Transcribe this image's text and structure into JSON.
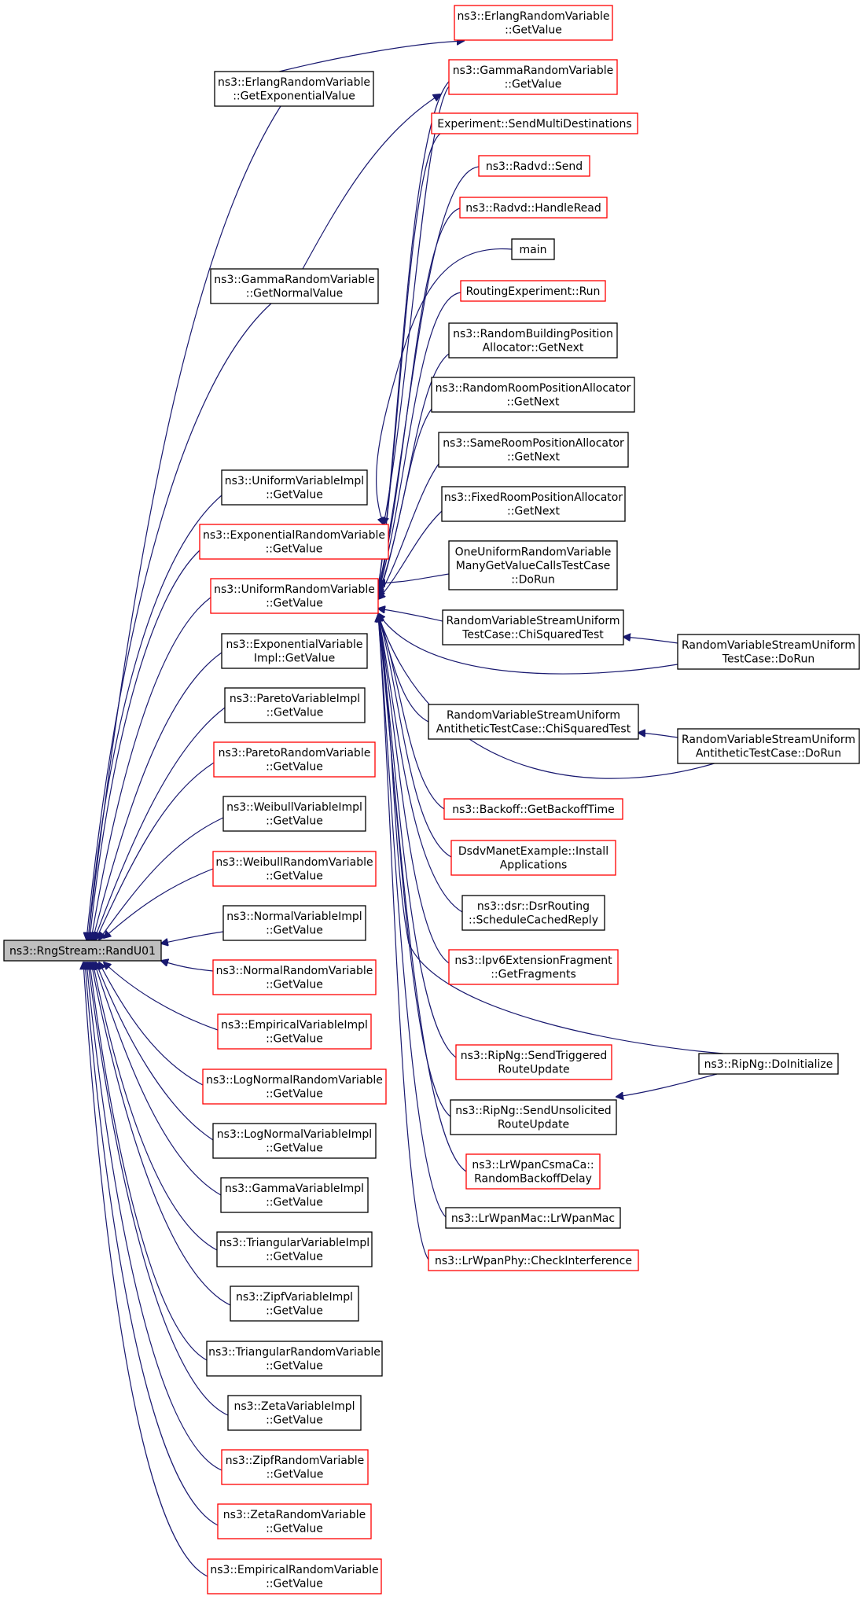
{
  "graph": {
    "edge_color": "#191970",
    "node_border_default": "#000000",
    "node_border_highlight": "#ff0000",
    "root_fill": "#bfbfbf",
    "nodes": [
      {
        "id": "randu01",
        "lines": [
          "ns3::RngStream::RandU01"
        ],
        "style": "root"
      },
      {
        "id": "erlang_getexp",
        "lines": [
          "ns3::ErlangRandomVariable",
          "::GetExponentialValue"
        ],
        "style": "black"
      },
      {
        "id": "gamma_getnormal",
        "lines": [
          "ns3::GammaRandomVariable",
          "::GetNormalValue"
        ],
        "style": "black"
      },
      {
        "id": "uniformimpl",
        "lines": [
          "ns3::UniformVariableImpl",
          "::GetValue"
        ],
        "style": "black"
      },
      {
        "id": "exprv",
        "lines": [
          "ns3::ExponentialRandomVariable",
          "::GetValue"
        ],
        "style": "red"
      },
      {
        "id": "unirv",
        "lines": [
          "ns3::UniformRandomVariable",
          "::GetValue"
        ],
        "style": "red"
      },
      {
        "id": "expimpl",
        "lines": [
          "ns3::ExponentialVariable",
          "Impl::GetValue"
        ],
        "style": "black"
      },
      {
        "id": "paretoimpl",
        "lines": [
          "ns3::ParetoVariableImpl",
          "::GetValue"
        ],
        "style": "black"
      },
      {
        "id": "paretorv",
        "lines": [
          "ns3::ParetoRandomVariable",
          "::GetValue"
        ],
        "style": "red"
      },
      {
        "id": "weibullimpl",
        "lines": [
          "ns3::WeibullVariableImpl",
          "::GetValue"
        ],
        "style": "black"
      },
      {
        "id": "weibullrv",
        "lines": [
          "ns3::WeibullRandomVariable",
          "::GetValue"
        ],
        "style": "red"
      },
      {
        "id": "normalimpl",
        "lines": [
          "ns3::NormalVariableImpl",
          "::GetValue"
        ],
        "style": "black"
      },
      {
        "id": "normalrv",
        "lines": [
          "ns3::NormalRandomVariable",
          "::GetValue"
        ],
        "style": "red"
      },
      {
        "id": "empimpl",
        "lines": [
          "ns3::EmpiricalVariableImpl",
          "::GetValue"
        ],
        "style": "red"
      },
      {
        "id": "lognormalrv",
        "lines": [
          "ns3::LogNormalRandomVariable",
          "::GetValue"
        ],
        "style": "red"
      },
      {
        "id": "lognormalimpl",
        "lines": [
          "ns3::LogNormalVariableImpl",
          "::GetValue"
        ],
        "style": "black"
      },
      {
        "id": "gammaimpl",
        "lines": [
          "ns3::GammaVariableImpl",
          "::GetValue"
        ],
        "style": "black"
      },
      {
        "id": "triimpl",
        "lines": [
          "ns3::TriangularVariableImpl",
          "::GetValue"
        ],
        "style": "black"
      },
      {
        "id": "zipfimpl",
        "lines": [
          "ns3::ZipfVariableImpl",
          "::GetValue"
        ],
        "style": "black"
      },
      {
        "id": "trirv",
        "lines": [
          "ns3::TriangularRandomVariable",
          "::GetValue"
        ],
        "style": "black"
      },
      {
        "id": "zetaimpl",
        "lines": [
          "ns3::ZetaVariableImpl",
          "::GetValue"
        ],
        "style": "black"
      },
      {
        "id": "zipfrv",
        "lines": [
          "ns3::ZipfRandomVariable",
          "::GetValue"
        ],
        "style": "red"
      },
      {
        "id": "zetarv",
        "lines": [
          "ns3::ZetaRandomVariable",
          "::GetValue"
        ],
        "style": "red"
      },
      {
        "id": "emprv",
        "lines": [
          "ns3::EmpiricalRandomVariable",
          "::GetValue"
        ],
        "style": "red"
      },
      {
        "id": "erlang_getvalue",
        "lines": [
          "ns3::ErlangRandomVariable",
          "::GetValue"
        ],
        "style": "red"
      },
      {
        "id": "gamma_getvalue",
        "lines": [
          "ns3::GammaRandomVariable",
          "::GetValue"
        ],
        "style": "red"
      },
      {
        "id": "exp_sendmulti",
        "lines": [
          "Experiment::SendMultiDestinations"
        ],
        "style": "red"
      },
      {
        "id": "radvd_send",
        "lines": [
          "ns3::Radvd::Send"
        ],
        "style": "red"
      },
      {
        "id": "radvd_handleread",
        "lines": [
          "ns3::Radvd::HandleRead"
        ],
        "style": "red"
      },
      {
        "id": "main",
        "lines": [
          "main"
        ],
        "style": "black"
      },
      {
        "id": "routing_run",
        "lines": [
          "RoutingExperiment::Run"
        ],
        "style": "red"
      },
      {
        "id": "randbuilding",
        "lines": [
          "ns3::RandomBuildingPosition",
          "Allocator::GetNext"
        ],
        "style": "black"
      },
      {
        "id": "randroom",
        "lines": [
          "ns3::RandomRoomPositionAllocator",
          "::GetNext"
        ],
        "style": "black"
      },
      {
        "id": "sameroom",
        "lines": [
          "ns3::SameRoomPositionAllocator",
          "::GetNext"
        ],
        "style": "black"
      },
      {
        "id": "fixedroom",
        "lines": [
          "ns3::FixedRoomPositionAllocator",
          "::GetNext"
        ],
        "style": "black"
      },
      {
        "id": "oneuniform",
        "lines": [
          "OneUniformRandomVariable",
          "ManyGetValueCallsTestCase",
          "::DoRun"
        ],
        "style": "black"
      },
      {
        "id": "rvsu_chi",
        "lines": [
          "RandomVariableStreamUniform",
          "TestCase::ChiSquaredTest"
        ],
        "style": "black"
      },
      {
        "id": "rvsua_chi",
        "lines": [
          "RandomVariableStreamUniform",
          "AntitheticTestCase::ChiSquaredTest"
        ],
        "style": "black"
      },
      {
        "id": "backoff",
        "lines": [
          "ns3::Backoff::GetBackoffTime"
        ],
        "style": "red"
      },
      {
        "id": "dsdv",
        "lines": [
          "DsdvManetExample::Install",
          "Applications"
        ],
        "style": "red"
      },
      {
        "id": "dsr",
        "lines": [
          "ns3::dsr::DsrRouting",
          "::ScheduleCachedReply"
        ],
        "style": "black"
      },
      {
        "id": "ipv6frag",
        "lines": [
          "ns3::Ipv6ExtensionFragment",
          "::GetFragments"
        ],
        "style": "red"
      },
      {
        "id": "ripng_trig",
        "lines": [
          "ns3::RipNg::SendTriggered",
          "RouteUpdate"
        ],
        "style": "red"
      },
      {
        "id": "ripng_unsol",
        "lines": [
          "ns3::RipNg::SendUnsolicited",
          "RouteUpdate"
        ],
        "style": "black"
      },
      {
        "id": "lrwpan_csma",
        "lines": [
          "ns3::LrWpanCsmaCa::",
          "RandomBackoffDelay"
        ],
        "style": "red"
      },
      {
        "id": "lrwpan_mac",
        "lines": [
          "ns3::LrWpanMac::LrWpanMac"
        ],
        "style": "black"
      },
      {
        "id": "lrwpan_phy",
        "lines": [
          "ns3::LrWpanPhy::CheckInterference"
        ],
        "style": "red"
      },
      {
        "id": "rvsu_dorun",
        "lines": [
          "RandomVariableStreamUniform",
          "TestCase::DoRun"
        ],
        "style": "black"
      },
      {
        "id": "rvsua_dorun",
        "lines": [
          "RandomVariableStreamUniform",
          "AntitheticTestCase::DoRun"
        ],
        "style": "black"
      },
      {
        "id": "ripng_doinit",
        "lines": [
          "ns3::RipNg::DoInitialize"
        ],
        "style": "black"
      }
    ]
  }
}
